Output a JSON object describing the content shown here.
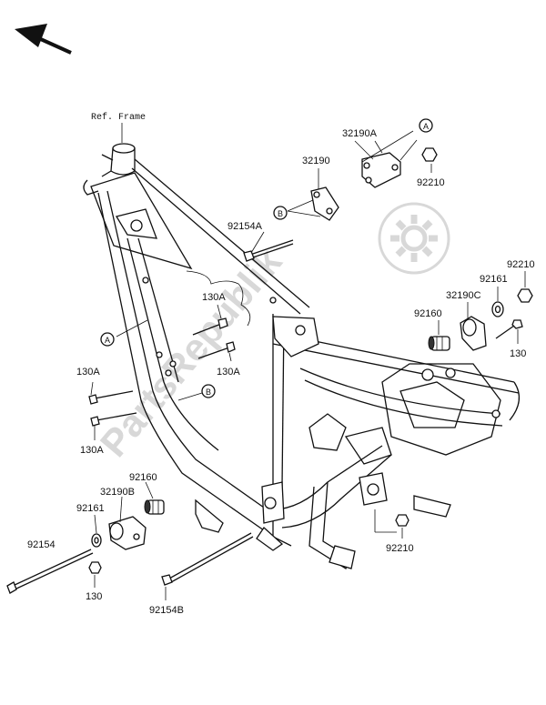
{
  "watermark": {
    "text": "PartsRepublik",
    "icon": "gear-icon"
  },
  "direction_arrow": {
    "icon": "arrow-front-left-icon"
  },
  "labels": {
    "ref_frame": "Ref. Frame",
    "p32190A": "32190A",
    "p32190": "32190",
    "p92210_top": "92210",
    "p92154A": "92154A",
    "p92210_right": "92210",
    "p92161_right": "92161",
    "p32190C": "32190C",
    "p92160_right": "92160",
    "p130_right": "130",
    "p130A_upper": "130A",
    "p130A_mid": "130A",
    "p130A_left": "130A",
    "p130A_lower": "130A",
    "p92160_left": "92160",
    "p32190B": "32190B",
    "p92161_left": "92161",
    "p92154": "92154",
    "p130_bottom": "130",
    "p92154B": "92154B",
    "p92210_bottom": "92210"
  },
  "callouts": {
    "a_top": "A",
    "b_top": "B",
    "a_frame": "A",
    "b_frame": "B"
  }
}
